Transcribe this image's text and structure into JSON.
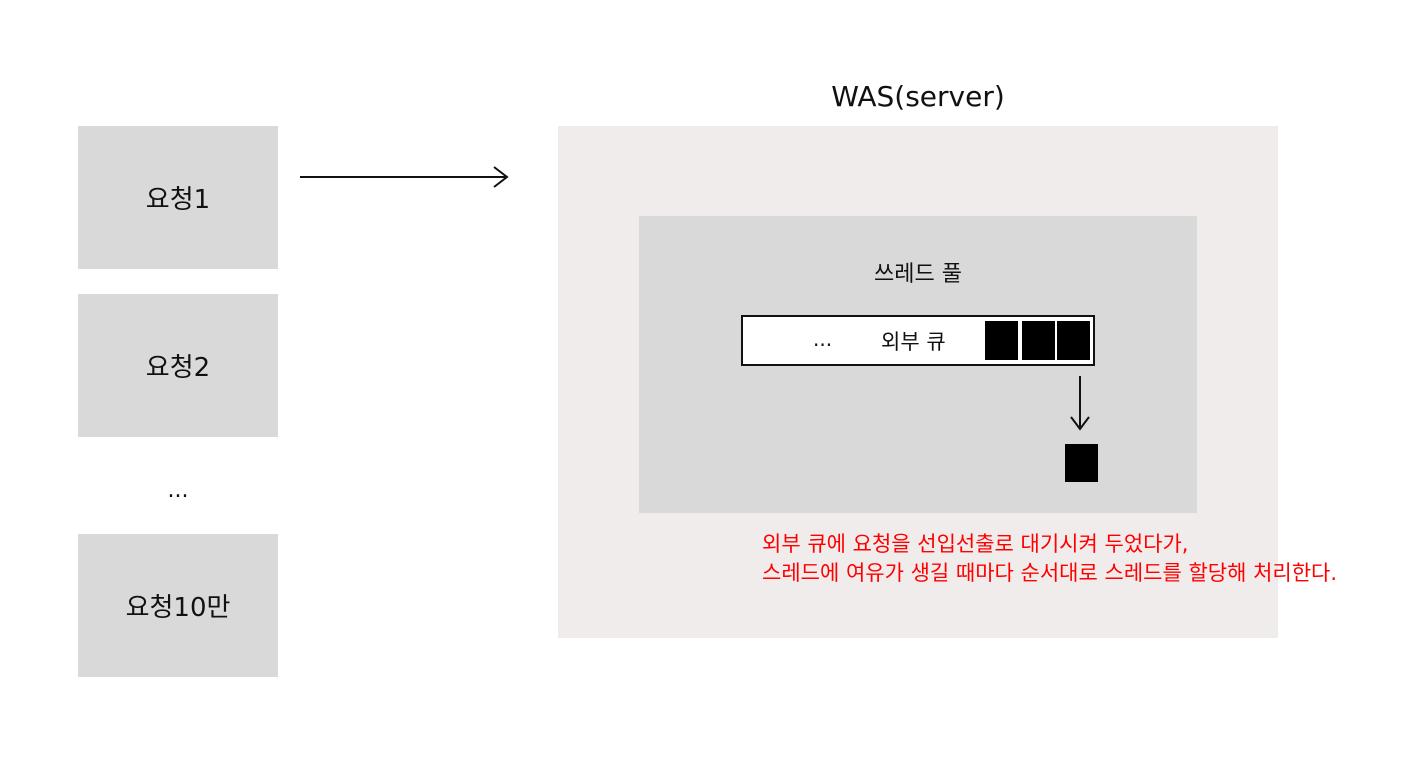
{
  "requests": {
    "items": [
      "요청1",
      "요청2",
      "요청10만"
    ],
    "ellipsis": "..."
  },
  "was": {
    "title": "WAS(server)",
    "thread_pool": {
      "title": "쓰레드 풀",
      "queue": {
        "ellipsis": "...",
        "label": "외부 큐"
      }
    }
  },
  "note": {
    "line1": "외부 큐에 요청을 선입선출로 대기시켜 두었다가,",
    "line2": "스레드에 여유가 생길 때마다 순서대로 스레드를 할당해 처리한다."
  },
  "colors": {
    "request_box": "#d9d9d9",
    "was_box": "#f1ecec",
    "pool_box": "#d9d9d9",
    "note_text": "#ff0000",
    "slot": "#000000"
  }
}
